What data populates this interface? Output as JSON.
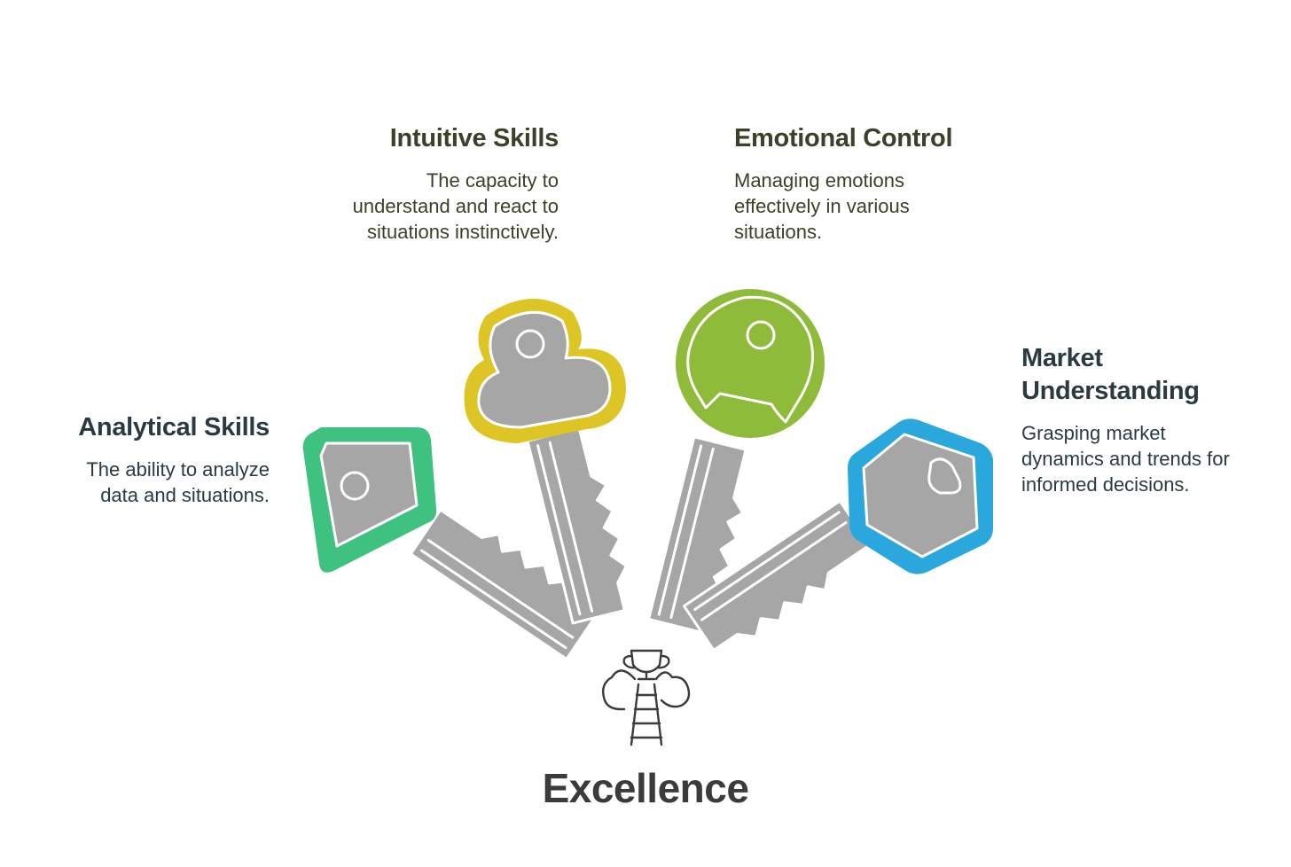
{
  "colors": {
    "key_body": "#a6a6a6",
    "analytical": "#3fc27f",
    "intuitive": "#dec526",
    "emotional": "#8fbb3b",
    "market": "#2aa8dd",
    "icon_stroke": "#3b3b3b"
  },
  "items": [
    {
      "title": "Analytical Skills",
      "description": "The ability to analyze data and situations.",
      "lines": [
        "The ability to analyze",
        "data and situations."
      ],
      "color_key": "analytical"
    },
    {
      "title": "Intuitive Skills",
      "description": "The capacity to understand and react to situations instinctively.",
      "lines": [
        "The capacity to",
        "understand and react to",
        "situations instinctively."
      ],
      "color_key": "intuitive"
    },
    {
      "title": "Emotional Control",
      "description": "Managing emotions effectively in various situations.",
      "lines": [
        "Managing emotions",
        "effectively in various",
        "situations."
      ],
      "color_key": "emotional"
    },
    {
      "title": "Market Understanding",
      "title_lines": [
        "Market",
        "Understanding"
      ],
      "description": "Grasping market dynamics and trends for informed decisions.",
      "lines": [
        "Grasping market",
        "dynamics and trends for",
        "informed decisions."
      ],
      "color_key": "market"
    }
  ],
  "center": {
    "label": "Excellence",
    "icon": "trophy-ladder-cloud-icon"
  }
}
